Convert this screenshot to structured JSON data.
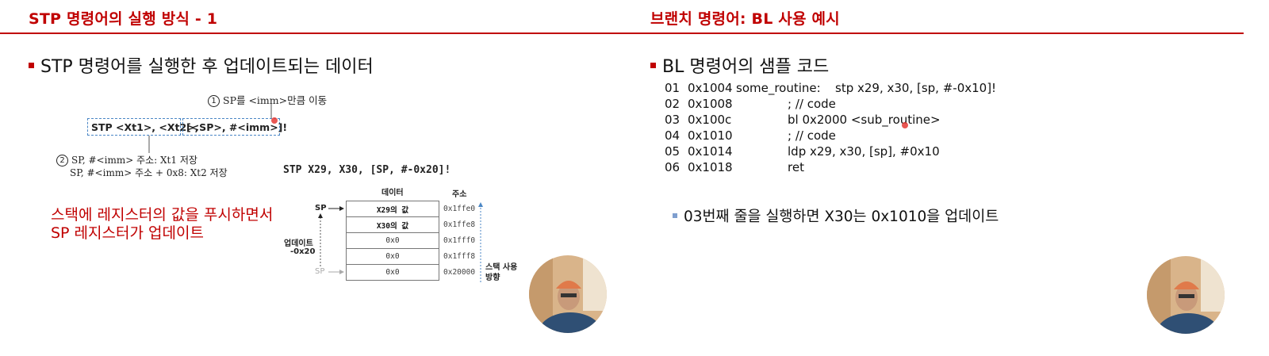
{
  "left_slide": {
    "title": "STP 명령어의 실행 방식 - 1",
    "bullet": "STP 명령어를 실행한 후 업데이트되는 데이터",
    "annotation1_num": "1",
    "annotation1": "SP를 <imm>만큼 이동",
    "syntax_part1": "STP <Xt1>, <Xt2>,",
    "syntax_part2": "[<SP>, #<imm>]!",
    "annotation2_num": "2",
    "annotation2_line1": "SP, #<imm> 주소: Xt1 저장",
    "annotation2_line2": "SP, #<imm> 주소 + 0x8: Xt2 저장",
    "example_instruction": "STP X29, X30, [SP, #-0x20]!",
    "red_line1": "스택에 레지스터의 값을 푸시하면서",
    "red_line2": "SP 레지스터가 업데이트",
    "stack": {
      "header_data": "데이터",
      "header_address": "주소",
      "rows": [
        {
          "data": "X29의 값",
          "address": "0x1ffe0"
        },
        {
          "data": "X30의 값",
          "address": "0x1ffe8"
        },
        {
          "data": "0x0",
          "address": "0x1fff0"
        },
        {
          "data": "0x0",
          "address": "0x1fff8"
        },
        {
          "data": "0x0",
          "address": "0x20000"
        }
      ],
      "sp_label": "SP",
      "old_sp_label": "SP",
      "update_label_line1": "업데이트",
      "update_label_line2": "-0x20",
      "direction_label_line1": "스택 사용",
      "direction_label_line2": "방향"
    }
  },
  "right_slide": {
    "title": "브랜치 명령어: BL 사용 예시",
    "bullet": "BL 명령어의 샘플 코드",
    "code_lines": [
      {
        "num": "01",
        "addr": "0x1004",
        "label": "some_routine:",
        "instr": "stp x29, x30, [sp, #-0x10]!"
      },
      {
        "num": "02",
        "addr": "0x1008",
        "label": "",
        "instr": "; // code"
      },
      {
        "num": "03",
        "addr": "0x100c",
        "label": "",
        "instr": "bl 0x2000 <sub_routine>"
      },
      {
        "num": "04",
        "addr": "0x1010",
        "label": "",
        "instr": "; // code"
      },
      {
        "num": "05",
        "addr": "0x1014",
        "label": "",
        "instr": "ldp x29, x30, [sp], #0x10"
      },
      {
        "num": "06",
        "addr": "0x1018",
        "label": "",
        "instr": "ret"
      }
    ],
    "sub_bullet": "03번째 줄을 실행하면 X30는 0x1010을 업데이트"
  },
  "colors": {
    "accent_red": "#c00000",
    "box_blue": "#4a86c5"
  },
  "icons": [
    "presenter-avatar-icon",
    "cursor-dot-icon"
  ]
}
